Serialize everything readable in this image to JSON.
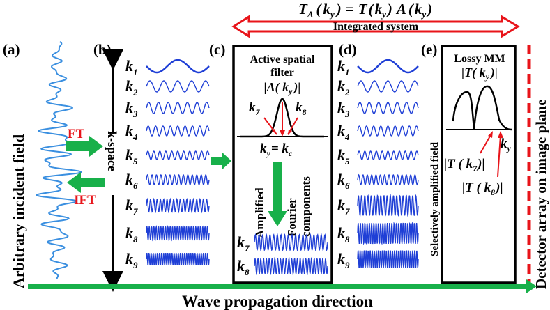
{
  "header": {
    "equation": {
      "t": "T",
      "a_sub": "A",
      "paren_open": "(",
      "paren_close": ")",
      "k": "k",
      "y_sub": "y",
      "eq": "=",
      "a": "A"
    },
    "integrated_label": "Integrated system"
  },
  "panels": {
    "a": {
      "letter": "(a)",
      "label": "Arbitrary incident field"
    },
    "b": {
      "letter": "(b)",
      "kspace_label": "k-space",
      "k_labels": [
        {
          "k": "k",
          "sub": "1"
        },
        {
          "k": "k",
          "sub": "2"
        },
        {
          "k": "k",
          "sub": "3"
        },
        {
          "k": "k",
          "sub": "4"
        },
        {
          "k": "k",
          "sub": "5"
        },
        {
          "k": "k",
          "sub": "6"
        },
        {
          "k": "k",
          "sub": "7"
        },
        {
          "k": "k",
          "sub": "8"
        },
        {
          "k": "k",
          "sub": "9"
        }
      ]
    },
    "c": {
      "letter": "(c)",
      "title_line1": "Active spatial",
      "title_line2": "filter",
      "a_label": "|A( k",
      "a_label_sub": "y",
      "a_label_end": ")|",
      "k7": "k",
      "k7_sub": "7",
      "k8": "k",
      "k8_sub": "8",
      "ky": "k",
      "ky_sub": "y",
      "ky_eq": "= k",
      "kc_sub": "c",
      "amplified": "Amplified",
      "fourier_line1": "Fourier",
      "fourier_line2": "components",
      "out_labels": [
        {
          "k": "k",
          "sub": "7"
        },
        {
          "k": "k",
          "sub": "8"
        }
      ]
    },
    "d": {
      "letter": "(d)",
      "k_labels": [
        {
          "k": "k",
          "sub": "1"
        },
        {
          "k": "k",
          "sub": "2"
        },
        {
          "k": "k",
          "sub": "3"
        },
        {
          "k": "k",
          "sub": "4"
        },
        {
          "k": "k",
          "sub": "5"
        },
        {
          "k": "k",
          "sub": "6"
        },
        {
          "k": "k",
          "sub": "7"
        },
        {
          "k": "k",
          "sub": "8"
        },
        {
          "k": "k",
          "sub": "9"
        }
      ]
    },
    "e": {
      "letter": "(e)",
      "title": "Lossy MM",
      "t_label": "|T( k",
      "t_label_sub": "y",
      "t_label_end": ")|",
      "ky": "k",
      "ky_sub": "y",
      "t7": "|T ( k",
      "t7_sub": "7",
      "t7_end": ")|",
      "t8": "|T ( k",
      "t8_sub": "8",
      "t8_end": ")|",
      "side_label": "Selectively amplified field"
    }
  },
  "arrows": {
    "ft": "FT",
    "ift": "IFT"
  },
  "footer": {
    "propagation": "Wave propagation direction",
    "detector": "Detector array on image plane"
  },
  "colors": {
    "wave_blue": "#1f3fd6",
    "incident_blue": "#3a8fe0",
    "red": "#e8141a",
    "green": "#18b04a",
    "black": "#000000"
  }
}
